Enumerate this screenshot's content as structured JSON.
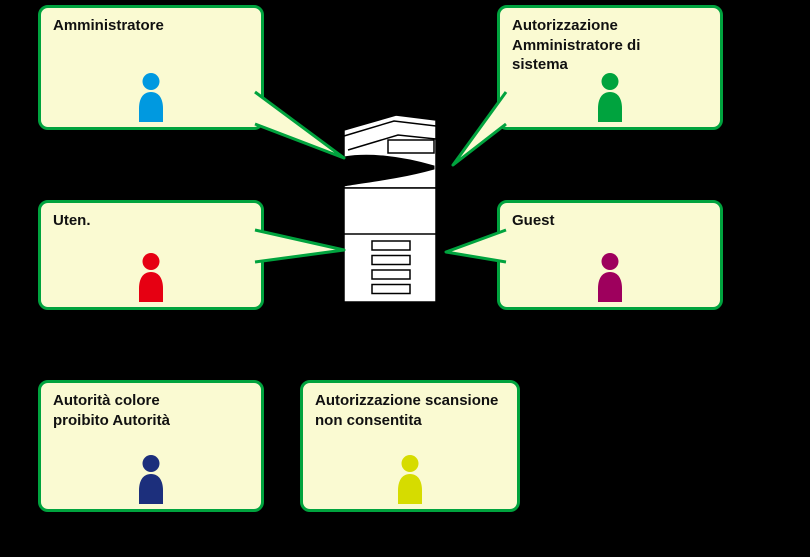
{
  "scene": {
    "background": "#000000",
    "callout_fill": "#FAFAD2",
    "callout_border": "#00A33E",
    "text_color": "#111111"
  },
  "printer": {
    "name": "multifunction-printer-illustration"
  },
  "callouts": [
    {
      "label": "Amministratore",
      "icon": "person-icon",
      "icon_color": "#0099E0",
      "tail": "right-to-printer"
    },
    {
      "label": "Autorizzazione Amministratore di sistema",
      "icon": "person-icon",
      "icon_color": "#00A33E",
      "tail": "left-to-printer"
    },
    {
      "label": "Uten.",
      "icon": "person-icon",
      "icon_color": "#E60012",
      "tail": "right-to-printer"
    },
    {
      "label": "Guest",
      "icon": "person-icon",
      "icon_color": "#9E005D",
      "tail": "left-to-printer"
    },
    {
      "label": "Autorità colore proibito Autorità",
      "icon": "person-icon",
      "icon_color": "#1C2F7C",
      "tail": "none"
    },
    {
      "label": "Autorizzazione scansione non consentita",
      "icon": "person-icon",
      "icon_color": "#D6DC00",
      "tail": "none"
    }
  ]
}
